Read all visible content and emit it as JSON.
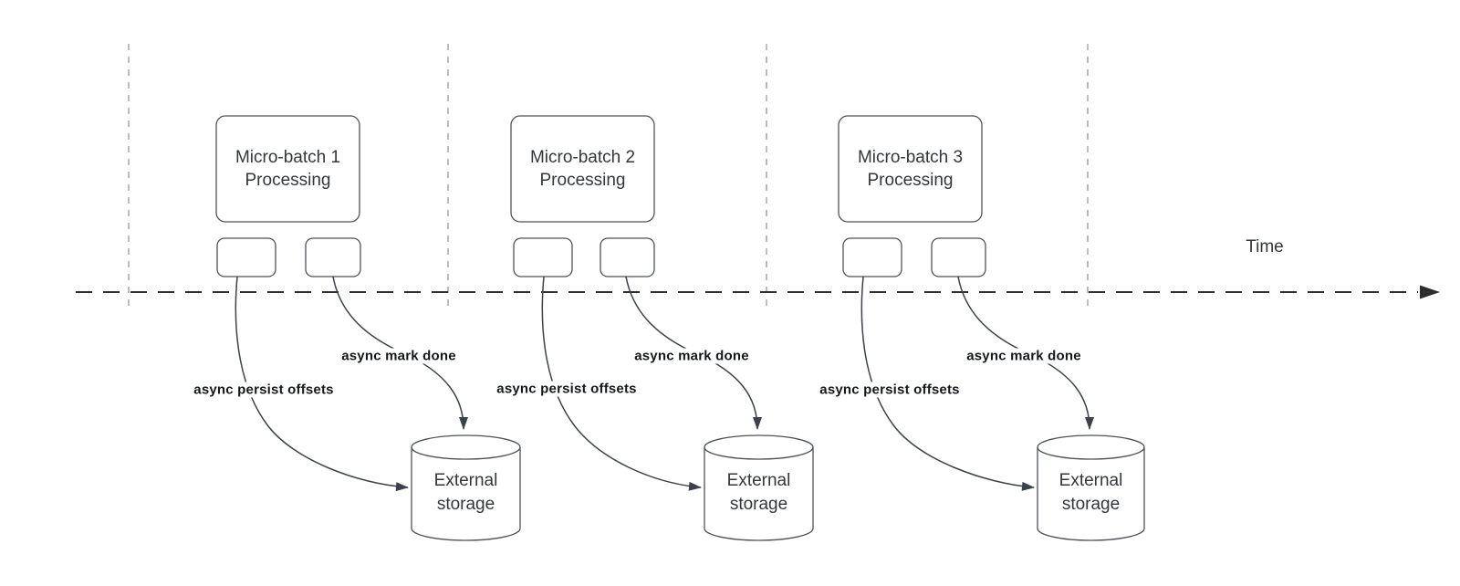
{
  "diagram": {
    "time_label": "Time",
    "groups": [
      {
        "title_line1": "Micro-batch 1",
        "title_line2": "Processing",
        "persist_label": "async persist offsets",
        "done_label": "async mark done",
        "storage_line1": "External",
        "storage_line2": "storage"
      },
      {
        "title_line1": "Micro-batch 2",
        "title_line2": "Processing",
        "persist_label": "async persist offsets",
        "done_label": "async mark done",
        "storage_line1": "External",
        "storage_line2": "storage"
      },
      {
        "title_line1": "Micro-batch 3",
        "title_line2": "Processing",
        "persist_label": "async persist offsets",
        "done_label": "async mark done",
        "storage_line1": "External",
        "storage_line2": "storage"
      }
    ],
    "colors": {
      "shape_stroke": "#4d525a",
      "edge_stroke": "#3c424b",
      "timeline_stroke": "#2b2e33",
      "guide_stroke": "#a6a6a6",
      "text": "#33373d",
      "label_text": "#14181d"
    }
  }
}
